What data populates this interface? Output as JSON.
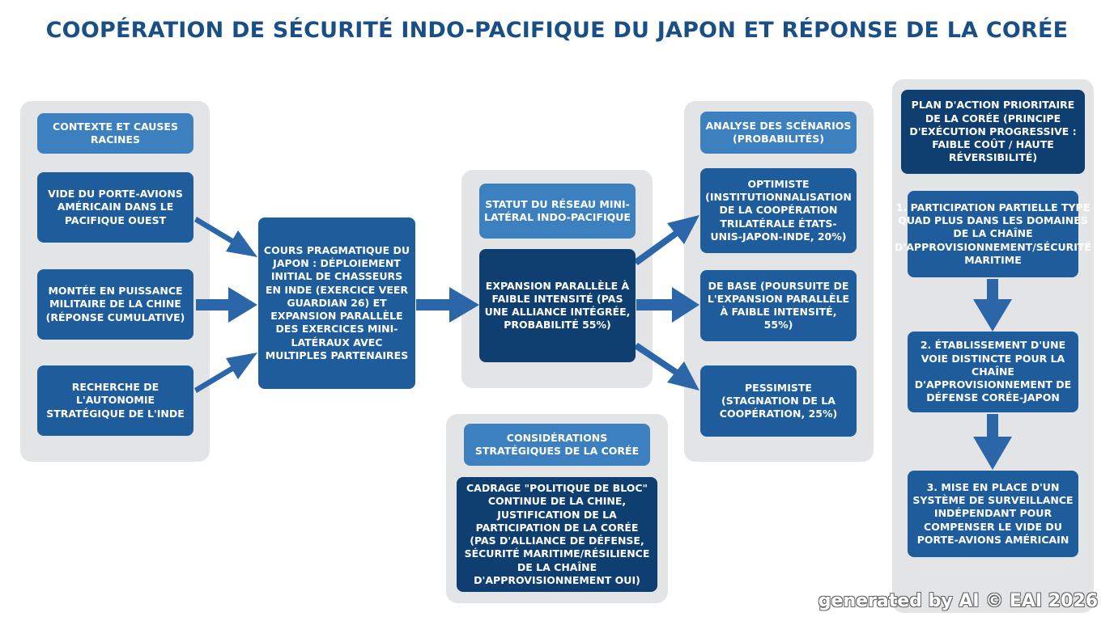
{
  "title": "COOPÉRATION DE SÉCURITÉ INDO-PACIFIQUE DU JAPON ET RÉPONSE DE LA CORÉE",
  "context": {
    "header": "CONTEXTE ET CAUSES RACINES",
    "items": [
      "VIDE DU PORTE-AVIONS AMÉRICAIN DANS LE PACIFIQUE OUEST",
      "MONTÉE EN PUISSANCE MILITAIRE DE LA CHINE (RÉPONSE CUMULATIVE)",
      "RECHERCHE DE L'AUTONOMIE STRATÉGIQUE DE L'INDE"
    ]
  },
  "course": "COURS PRAGMATIQUE DU JAPON : DÉPLOIEMENT INITIAL DE CHASSEURS EN INDE (EXERCICE VEER GUARDIAN 26) ET EXPANSION PARALLÈLE DES EXERCICES MINI-LATÉRAUX AVEC MULTIPLES PARTENAIRES",
  "network": {
    "header": "STATUT DU RÉSEAU MINI-LATÉRAL INDO-PACIFIQUE",
    "status": "EXPANSION PARALLÈLE À FAIBLE INTENSITÉ (PAS UNE ALLIANCE INTÉGRÉE, PROBABILITÉ 55%)"
  },
  "korea_considerations": {
    "header": "CONSIDÉRATIONS STRATÉGIQUES DE LA CORÉE",
    "text": "CADRAGE \"POLITIQUE DE BLOC\" CONTINUE DE LA CHINE, JUSTIFICATION DE LA PARTICIPATION DE LA CORÉE (PAS D'ALLIANCE DE DÉFENSE, SÉCURITÉ MARITIME/RÉSILIENCE DE LA CHAÎNE D'APPROVISIONNEMENT OUI)"
  },
  "scenarios": {
    "header": "ANALYSE DES SCÉNARIOS (PROBABILITÉS)",
    "items": [
      "OPTIMISTE (INSTITUTIONNALISATION DE LA COOPÉRATION TRILATÉRALE ÉTATS-UNIS-JAPON-INDE, 20%)",
      "DE BASE (POURSUITE DE L'EXPANSION PARALLÈLE À FAIBLE INTENSITÉ, 55%)",
      "PESSIMISTE (STAGNATION DE LA COOPÉRATION, 25%)"
    ]
  },
  "action_plan": {
    "header": "PLAN D'ACTION PRIORITAIRE DE LA CORÉE (PRINCIPE D'EXÉCUTION PROGRESSIVE : FAIBLE COÛT / HAUTE RÉVERSIBILITÉ)",
    "steps": [
      "1. PARTICIPATION PARTIELLE TYPE QUAD PLUS DANS LES DOMAINES DE LA CHAÎNE D'APPROVISIONNEMENT/SÉCURITÉ MARITIME",
      "2. ÉTABLISSEMENT D'UNE VOIE DISTINCTE POUR LA CHAÎNE D'APPROVISIONNEMENT DE DÉFENSE CORÉE-JAPON",
      "3. MISE EN PLACE D'UN SYSTÈME DE SURVEILLANCE INDÉPENDANT POUR COMPENSER LE VIDE DU PORTE-AVIONS AMÉRICAIN"
    ]
  },
  "watermark": "generated by AI © EAI 2026",
  "colors": {
    "title": "#1a4f86",
    "header_box": "#3d80bf",
    "mid_box": "#1f5c9b",
    "dark_box": "#0f3e70",
    "arrow": "#2a66a8",
    "panel": "#e3e4e6"
  }
}
